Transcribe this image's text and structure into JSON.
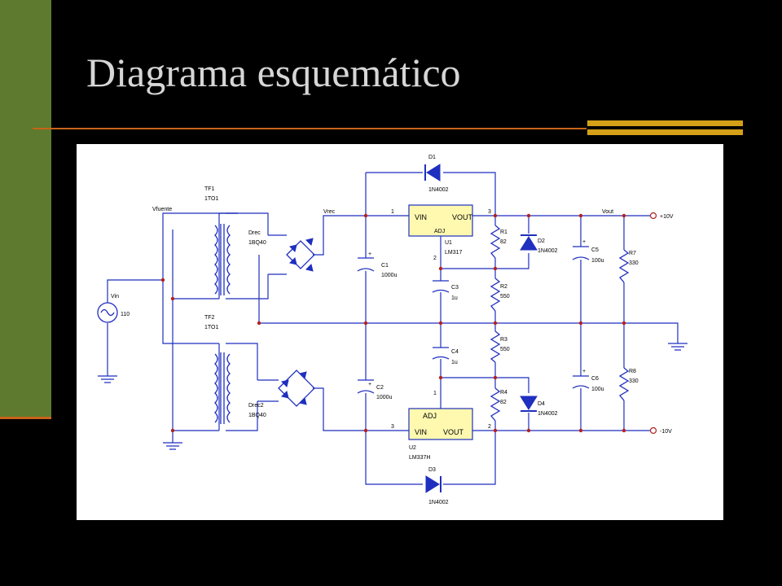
{
  "slide": {
    "title": "Diagrama esquemático",
    "colors": {
      "background": "#000000",
      "sidebar": "#5d7a2e",
      "accent_rule": "#c8641a",
      "accent_bars": "#d4a017",
      "title_text": "#d6d6d6"
    }
  },
  "schematic": {
    "colors": {
      "wire": "#1f2fbf",
      "ic_fill": "#fff9b0",
      "junction": "#b22020"
    },
    "nets": {
      "vfuente": "Vfuente",
      "vrec": "Vrec",
      "vout": "Vout",
      "plus10": "+10V",
      "minus10": "-10V"
    },
    "source": {
      "name": "Vin",
      "value": "110"
    },
    "transformers": [
      {
        "name": "TF1",
        "value": "1TO1"
      },
      {
        "name": "TF2",
        "value": "1TO1"
      }
    ],
    "bridges": [
      {
        "name": "Drec",
        "value": "1BQ40"
      },
      {
        "name": "Drec2",
        "value": "1BQ40"
      }
    ],
    "regulators": [
      {
        "name": "U1",
        "value": "LM317",
        "vin": "VIN",
        "vout": "VOUT",
        "adj": "ADJ",
        "pin_in": "1",
        "pin_adj": "2",
        "pin_out": "3"
      },
      {
        "name": "U2",
        "value": "LM337H",
        "vin": "VIN",
        "vout": "VOUT",
        "adj": "ADJ",
        "pin_in": "3",
        "pin_adj": "1",
        "pin_out": "2"
      }
    ],
    "diodes": [
      {
        "name": "D1",
        "value": "1N4002"
      },
      {
        "name": "D2",
        "value": "1N4002"
      },
      {
        "name": "D3",
        "value": "1N4002"
      },
      {
        "name": "D4",
        "value": "1N4002"
      }
    ],
    "capacitors": [
      {
        "name": "C1",
        "value": "1000u"
      },
      {
        "name": "C2",
        "value": "1000u"
      },
      {
        "name": "C3",
        "value": "1u"
      },
      {
        "name": "C4",
        "value": "1u"
      },
      {
        "name": "C5",
        "value": "100u"
      },
      {
        "name": "C6",
        "value": "100u"
      }
    ],
    "resistors": [
      {
        "name": "R1",
        "value": "82"
      },
      {
        "name": "R2",
        "value": "550"
      },
      {
        "name": "R3",
        "value": "550"
      },
      {
        "name": "R4",
        "value": "82"
      },
      {
        "name": "R7",
        "value": "330"
      },
      {
        "name": "R8",
        "value": "330"
      }
    ],
    "pin_labels": {
      "plus": "+"
    }
  }
}
